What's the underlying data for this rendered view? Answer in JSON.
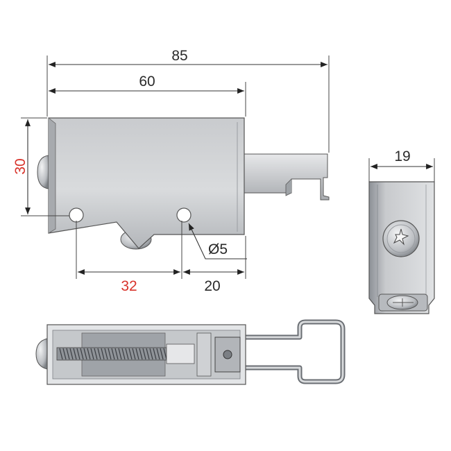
{
  "dimensions": {
    "overall_length": "85",
    "body_length": "60",
    "height": "30",
    "hole_spacing": "32",
    "hole_to_edge": "20",
    "hole_diameter": "Ø5",
    "width": "19"
  },
  "colors": {
    "highlight_dimension": "#d8332b",
    "dimension": "#2a2a2a",
    "metal_light": "#d4d6d8",
    "metal_dark": "#6d7176"
  }
}
